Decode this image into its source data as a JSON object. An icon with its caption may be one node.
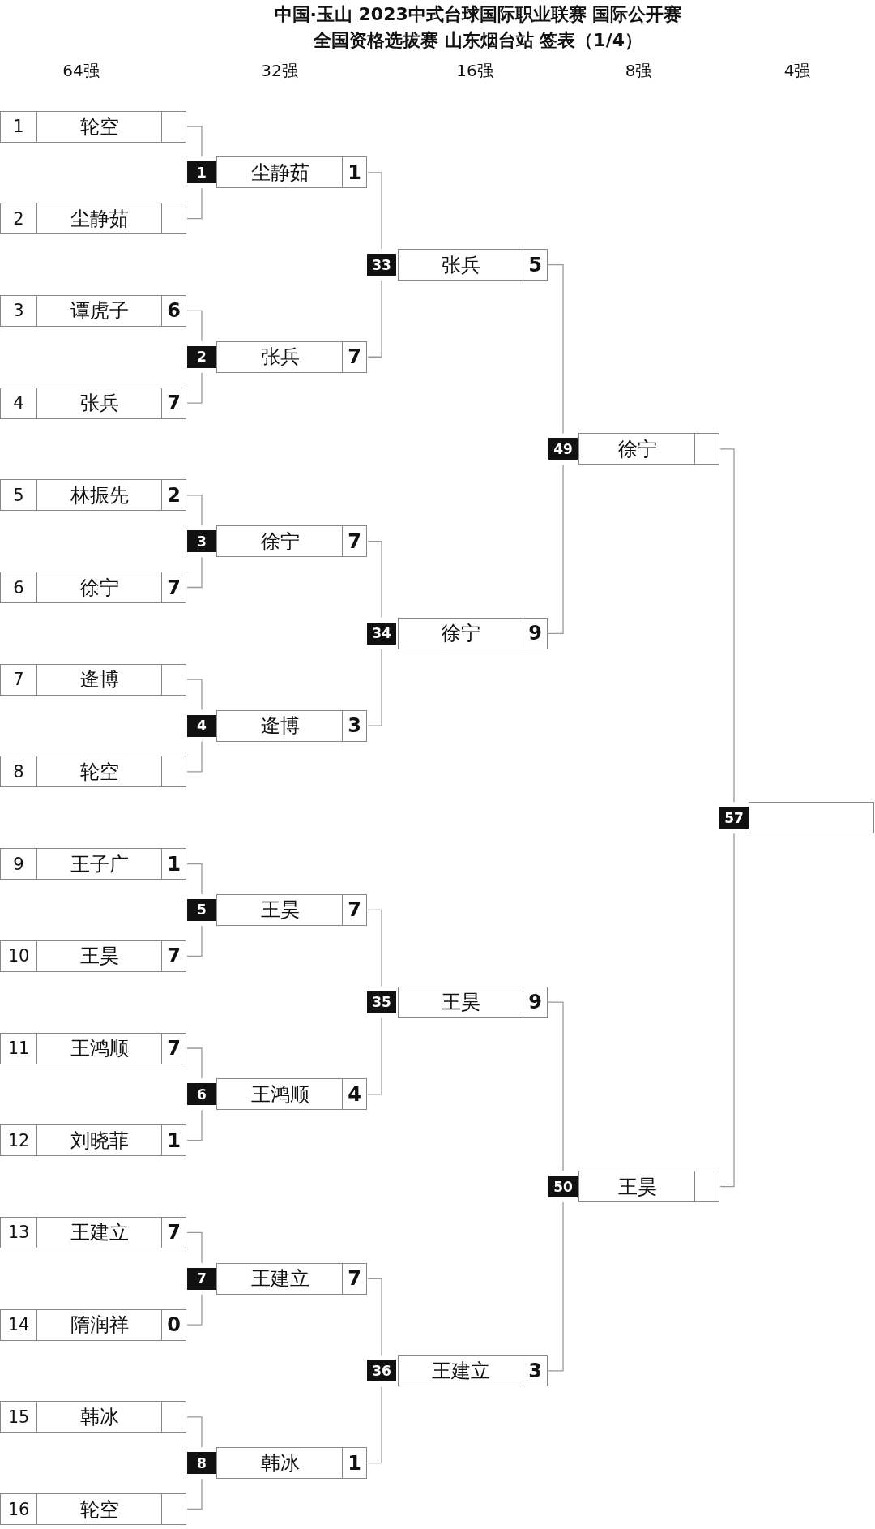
{
  "diagram": {
    "title": "中国·玉山 2023中式台球国际职业联赛 国际公开赛全国资格选拔赛 山东烟台站 签表（1/4）",
    "nodes": [
      {
        "text": [
          "1",
          "轮空"
        ]
      },
      {
        "text": [
          "2",
          "尘静茹"
        ]
      },
      {
        "text": [
          "3",
          "谭虎子",
          "6"
        ]
      },
      {
        "text": [
          "4",
          "张兵",
          "7"
        ]
      },
      {
        "text": [
          "5",
          "林振先",
          "2"
        ]
      },
      {
        "text": [
          "6",
          "徐宁",
          "7"
        ]
      },
      {
        "text": [
          "7",
          "逄博"
        ]
      },
      {
        "text": [
          "8",
          "轮空"
        ]
      },
      {
        "text": [
          "9",
          "王子广",
          "1"
        ]
      },
      {
        "text": [
          "10",
          "王昊",
          "7"
        ]
      },
      {
        "text": [
          "11",
          "王鸿顺",
          "7"
        ]
      },
      {
        "text": [
          "12",
          "刘晓菲",
          "1"
        ]
      },
      {
        "text": [
          "13",
          "王建立",
          "7"
        ]
      },
      {
        "text": [
          "14",
          "隋润祥",
          "0"
        ]
      },
      {
        "text": [
          "15",
          "韩冰"
        ]
      },
      {
        "text": [
          "16",
          "轮空"
        ]
      },
      {
        "text": [
          "1",
          "尘静茹",
          "1"
        ]
      },
      {
        "text": [
          "2",
          "张兵",
          "7"
        ]
      },
      {
        "text": [
          "3",
          "徐宁",
          "7"
        ]
      },
      {
        "text": [
          "4",
          "逄博",
          "3"
        ]
      },
      {
        "text": [
          "5",
          "王昊",
          "7"
        ]
      },
      {
        "text": [
          "6",
          "王鸿顺",
          "4"
        ]
      },
      {
        "text": [
          "7",
          "王建立",
          "7"
        ]
      },
      {
        "text": [
          "8",
          "韩冰",
          "1"
        ]
      },
      {
        "text": [
          "33",
          "张兵",
          "5"
        ]
      },
      {
        "text": [
          "34",
          "徐宁",
          "9"
        ]
      },
      {
        "text": [
          "35",
          "王昊",
          "9"
        ]
      },
      {
        "text": [
          "36",
          "王建立",
          "3"
        ]
      },
      {
        "text": [
          "49",
          "徐宁"
        ]
      },
      {
        "text": [
          "50",
          "王昊"
        ]
      },
      {
        "text": [
          "57"
        ]
      }
    ],
    "edges": [
      {
        "from": 0,
        "to": 16,
        "arrow": "none"
      },
      {
        "from": 1,
        "to": 16,
        "arrow": "none"
      },
      {
        "from": 2,
        "to": 17,
        "arrow": "none"
      },
      {
        "from": 3,
        "to": 17,
        "arrow": "none"
      },
      {
        "from": 4,
        "to": 18,
        "arrow": "none"
      },
      {
        "from": 5,
        "to": 18,
        "arrow": "none"
      },
      {
        "from": 6,
        "to": 19,
        "arrow": "none"
      },
      {
        "from": 7,
        "to": 19,
        "arrow": "none"
      },
      {
        "from": 8,
        "to": 20,
        "arrow": "none"
      },
      {
        "from": 9,
        "to": 20,
        "arrow": "none"
      },
      {
        "from": 10,
        "to": 21,
        "arrow": "none"
      },
      {
        "from": 11,
        "to": 21,
        "arrow": "none"
      },
      {
        "from": 12,
        "to": 22,
        "arrow": "none"
      },
      {
        "from": 13,
        "to": 22,
        "arrow": "none"
      },
      {
        "from": 14,
        "to": 23,
        "arrow": "none"
      },
      {
        "from": 15,
        "to": 23,
        "arrow": "none"
      },
      {
        "from": 16,
        "to": 24,
        "arrow": "none"
      },
      {
        "from": 17,
        "to": 24,
        "arrow": "none"
      },
      {
        "from": 18,
        "to": 25,
        "arrow": "none"
      },
      {
        "from": 19,
        "to": 25,
        "arrow": "none"
      },
      {
        "from": 20,
        "to": 26,
        "arrow": "none"
      },
      {
        "from": 21,
        "to": 26,
        "arrow": "none"
      },
      {
        "from": 22,
        "to": 27,
        "arrow": "none"
      },
      {
        "from": 23,
        "to": 27,
        "arrow": "none"
      },
      {
        "from": 24,
        "to": 28,
        "arrow": "none"
      },
      {
        "from": 25,
        "to": 28,
        "arrow": "none"
      },
      {
        "from": 26,
        "to": 29,
        "arrow": "none"
      },
      {
        "from": 27,
        "to": 29,
        "arrow": "none"
      },
      {
        "from": 28,
        "to": 30,
        "arrow": "none"
      },
      {
        "from": 29,
        "to": 30,
        "arrow": "none"
      }
    ],
    "labels": [
      "64强",
      "32强",
      "16强",
      "8强",
      "4强"
    ]
  }
}
